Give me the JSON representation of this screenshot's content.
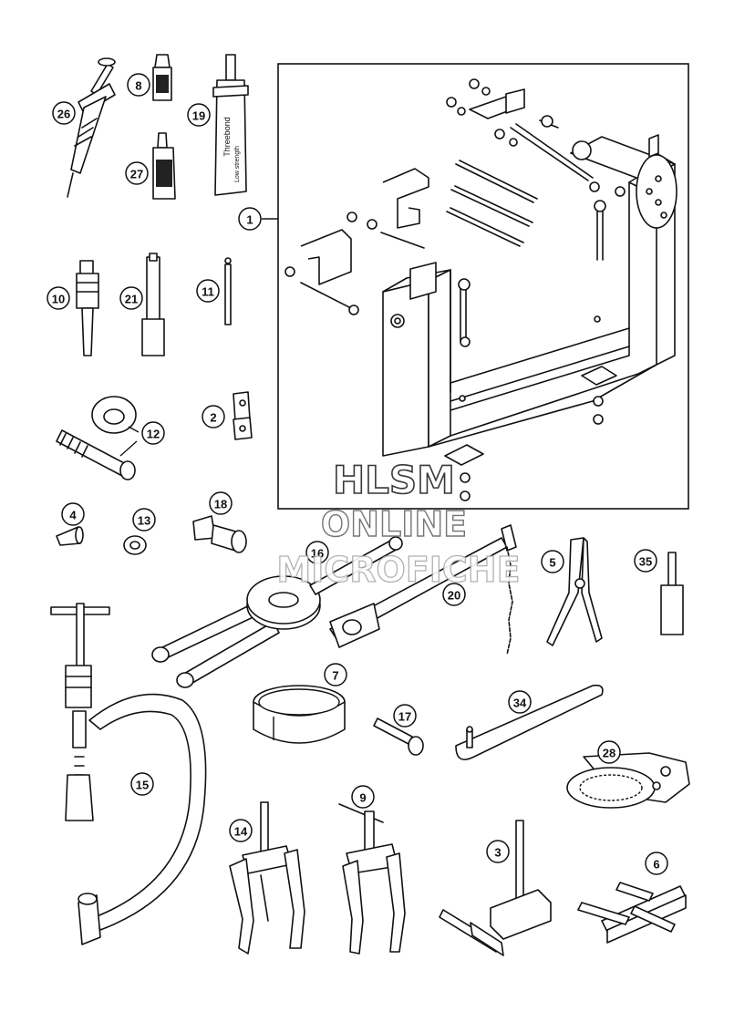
{
  "diagram": {
    "callouts": [
      "1",
      "2",
      "3",
      "4",
      "5",
      "6",
      "7",
      "8",
      "9",
      "10",
      "11",
      "12",
      "13",
      "14",
      "15",
      "16",
      "17",
      "18",
      "19",
      "20",
      "21",
      "26",
      "27",
      "28",
      "34",
      "35"
    ],
    "tube_labels": {
      "threadlock": "Threebond",
      "threadlock_sub": "Low strength"
    },
    "watermark": {
      "line1": "HLSM",
      "line2": "ONLINE",
      "line3": "MICROFICHE"
    }
  }
}
